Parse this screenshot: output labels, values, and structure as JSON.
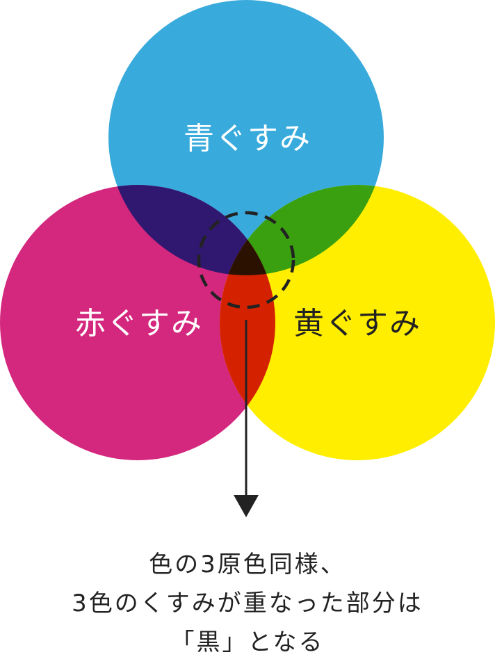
{
  "diagram": {
    "circles": [
      {
        "id": "blue",
        "label": "青ぐすみ",
        "color": "#38aadc",
        "label_color": "#ffffff"
      },
      {
        "id": "red",
        "label": "赤ぐすみ",
        "color": "#d4277e",
        "label_color": "#ffffff"
      },
      {
        "id": "yellow",
        "label": "黄ぐすみ",
        "color": "#ffee00",
        "label_color": "#222222"
      }
    ],
    "overlaps": {
      "blue_red": "#301870",
      "blue_yellow": "#3aa010",
      "red_yellow": "#d42200",
      "all": "#2b1200"
    },
    "highlight_color": "#222222",
    "arrow_color": "#222222"
  },
  "caption": {
    "line1": "色の3原色同様、",
    "line2": "3色のくすみが重なった部分は",
    "line3": "「黒」となる"
  }
}
